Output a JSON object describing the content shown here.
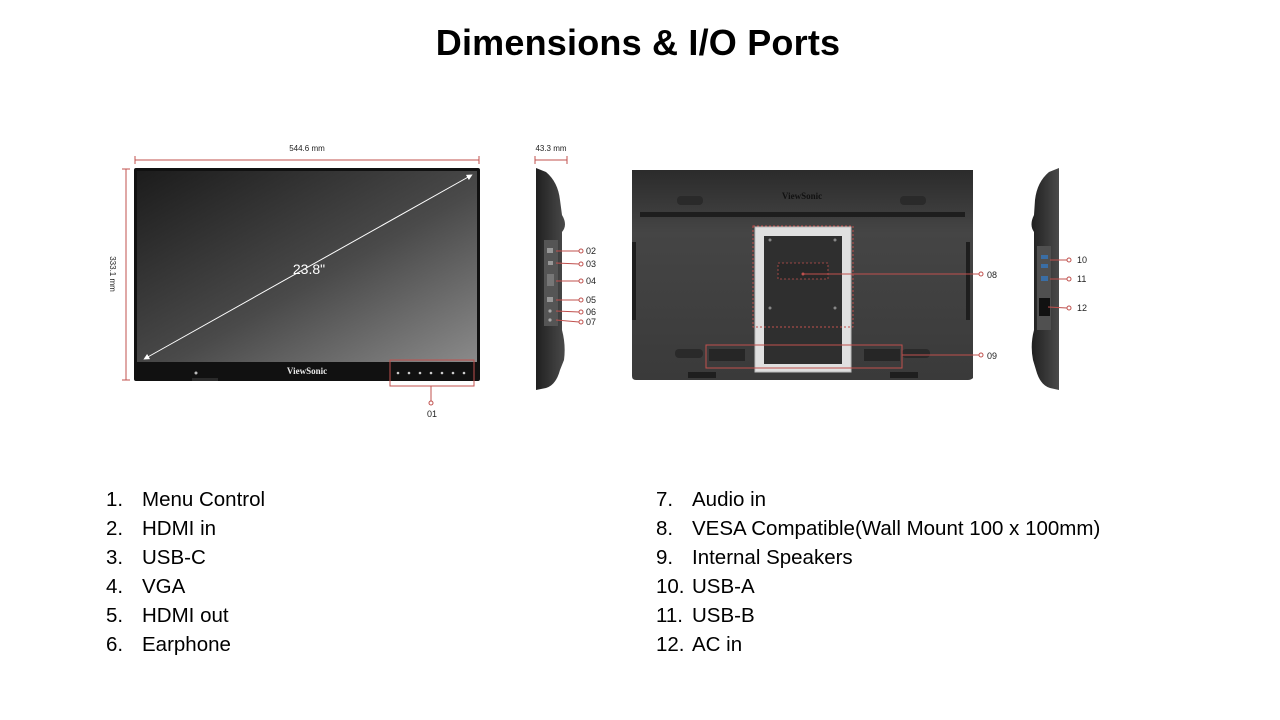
{
  "title": "Dimensions & I/O Ports",
  "dimensions": {
    "width": "544.6 mm",
    "height": "333.1 mm",
    "depth": "43.3 mm",
    "diagonal": "23.8\""
  },
  "brand": {
    "front": "ViewSonic",
    "back": "ViewSonic"
  },
  "callouts": [
    "01",
    "02",
    "03",
    "04",
    "05",
    "06",
    "07",
    "08",
    "09",
    "10",
    "11",
    "12"
  ],
  "legend_left": [
    {
      "num": "1.",
      "label": "Menu Control"
    },
    {
      "num": "2.",
      "label": "HDMI in"
    },
    {
      "num": "3.",
      "label": "USB-C"
    },
    {
      "num": "4.",
      "label": "VGA"
    },
    {
      "num": "5.",
      "label": "HDMI out"
    },
    {
      "num": "6.",
      "label": "Earphone"
    }
  ],
  "legend_right": [
    {
      "num": "7.",
      "label": "Audio in"
    },
    {
      "num": "8.",
      "label": "VESA Compatible(Wall Mount 100 x 100mm)"
    },
    {
      "num": "9.",
      "label": "Internal Speakers"
    },
    {
      "num": "10.",
      "label": "USB-A"
    },
    {
      "num": "11.",
      "label": "USB-B"
    },
    {
      "num": "12.",
      "label": "AC in"
    }
  ],
  "colors": {
    "callout": "#c0504d",
    "bezel": "#111111",
    "back_panel": "#3a3a3a"
  }
}
